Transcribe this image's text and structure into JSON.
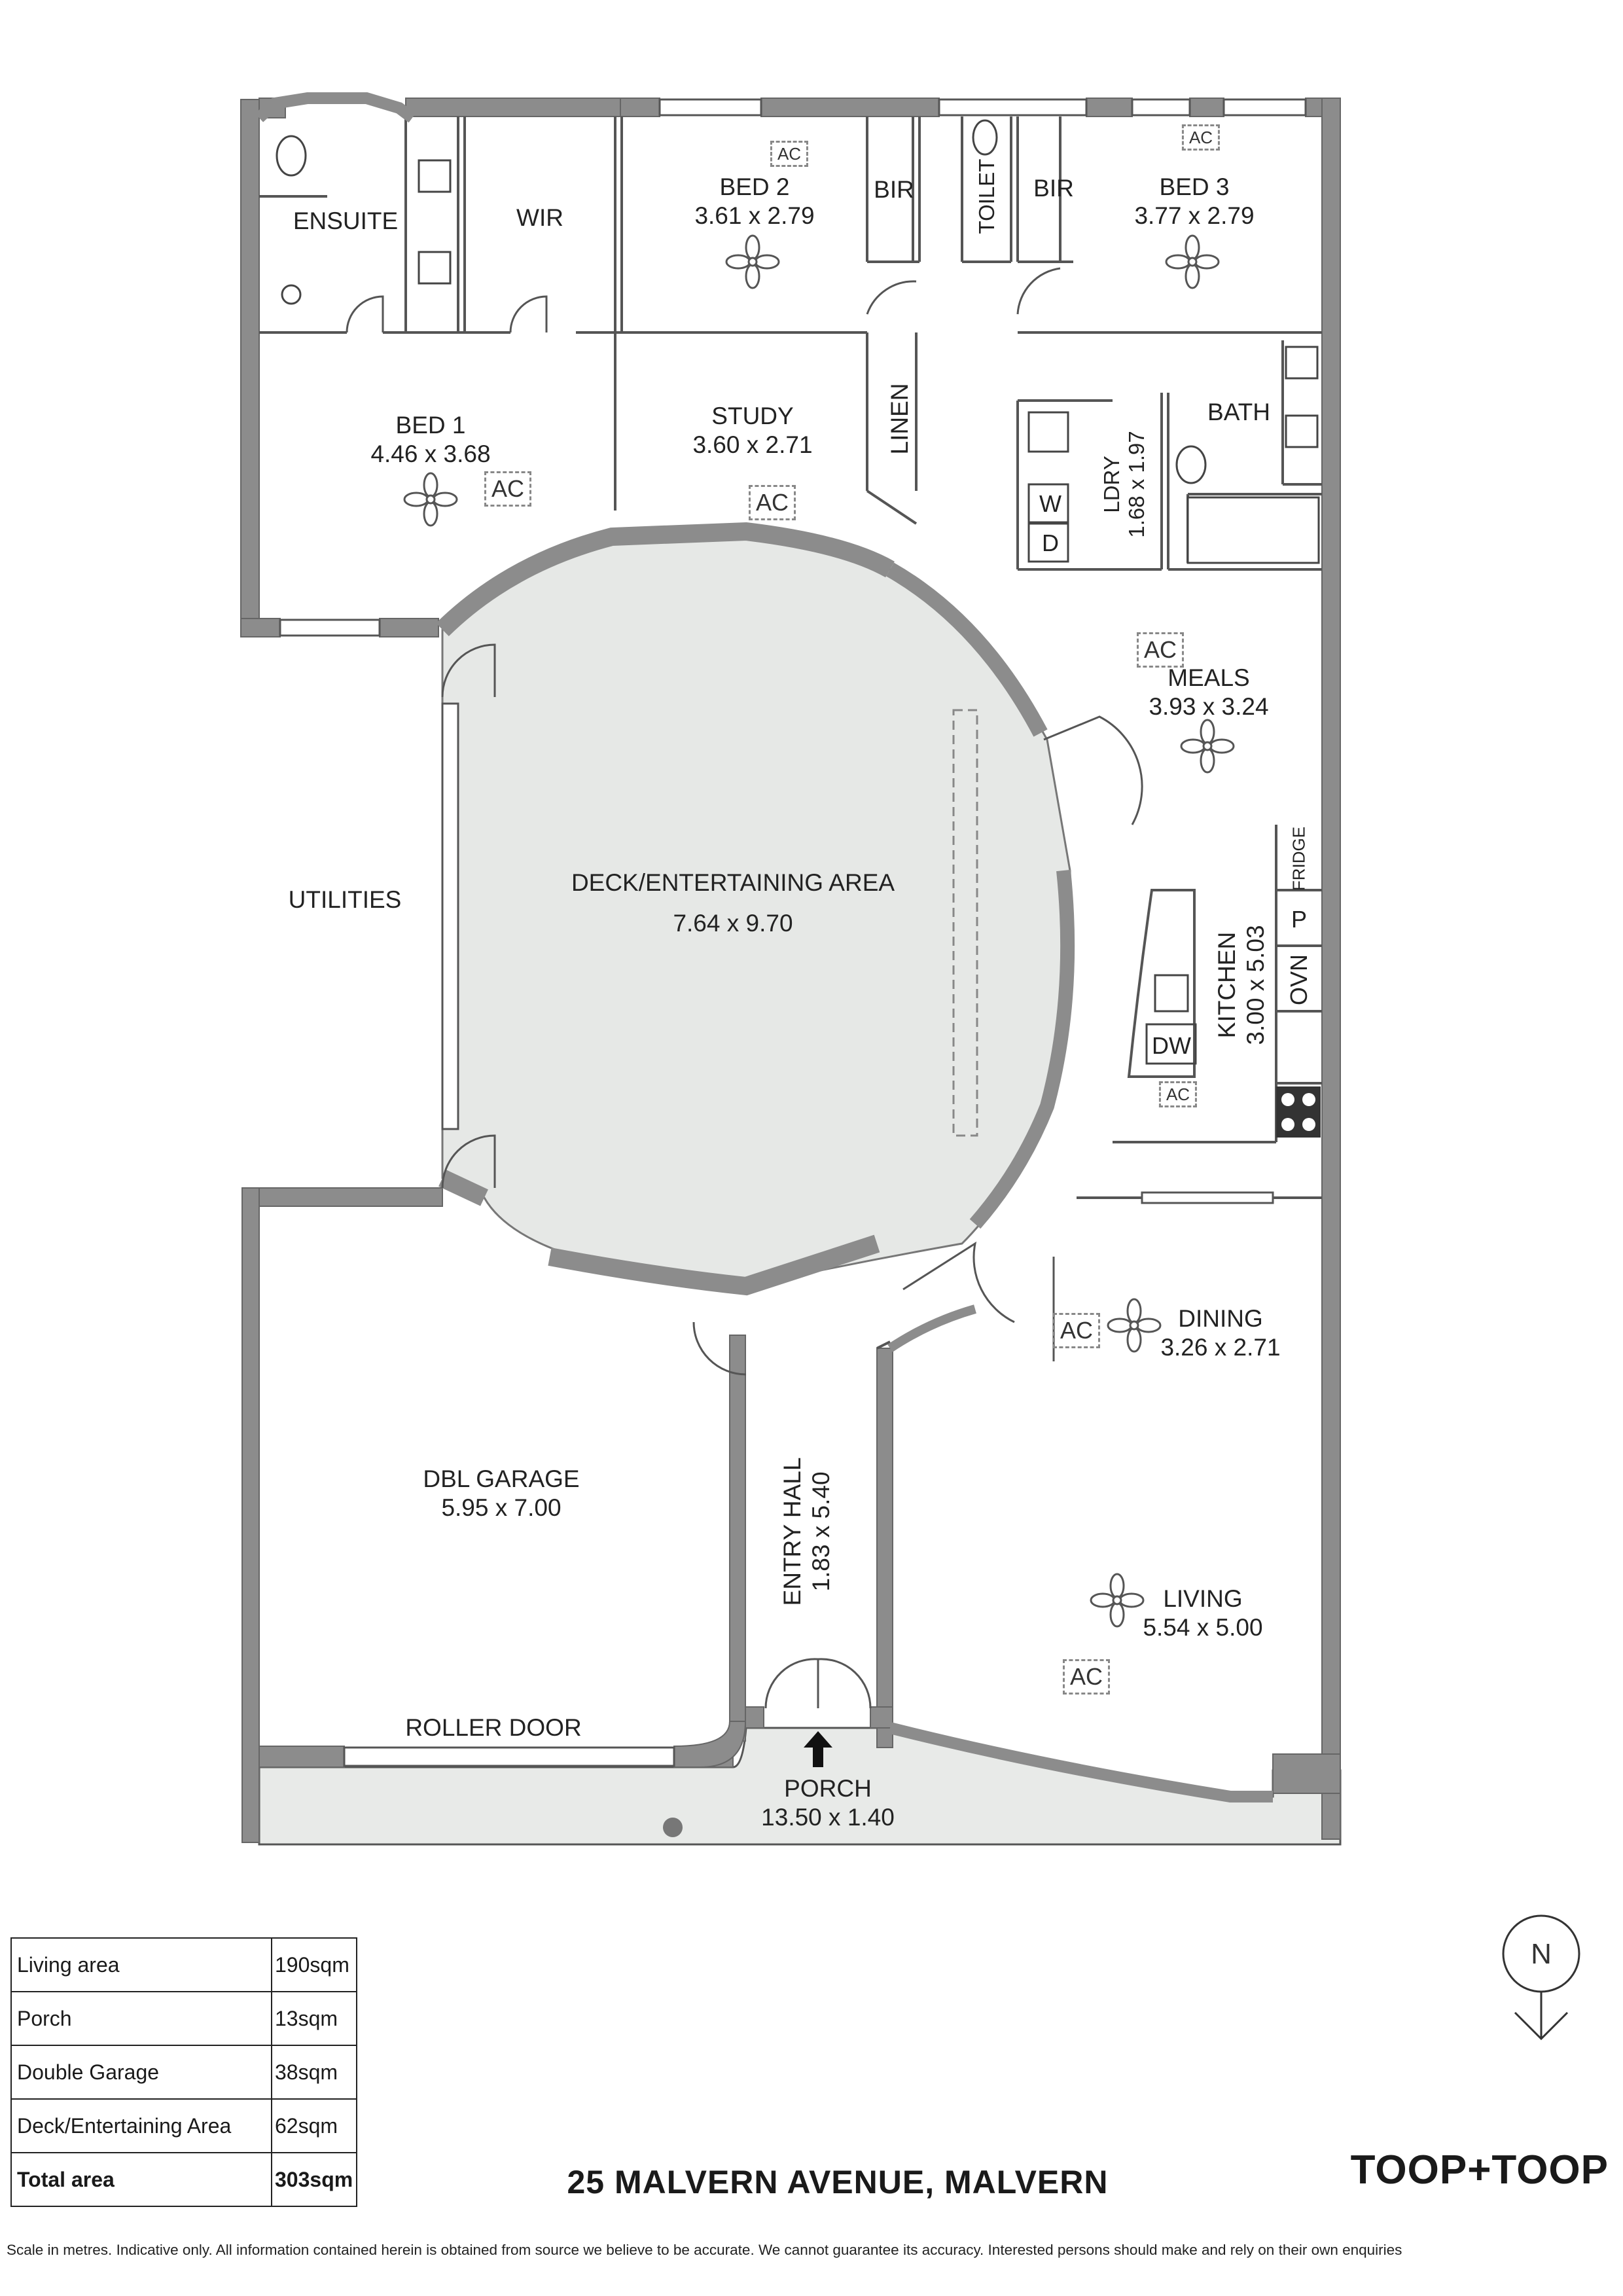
{
  "rooms": {
    "ensuite": {
      "name": "ENSUITE"
    },
    "wir": {
      "name": "WIR"
    },
    "bed2": {
      "name": "BED 2",
      "dims": "3.61 x 2.79"
    },
    "bir_left": {
      "name": "BIR"
    },
    "toilet": {
      "name": "TOILET"
    },
    "bir_right": {
      "name": "BIR"
    },
    "bed3": {
      "name": "BED 3",
      "dims": "3.77 x 2.79"
    },
    "bed1": {
      "name": "BED 1",
      "dims": "4.46 x 3.68"
    },
    "study": {
      "name": "STUDY",
      "dims": "3.60 x 2.71"
    },
    "linen": {
      "name": "LINEN"
    },
    "bath": {
      "name": "BATH"
    },
    "ldry": {
      "name": "LDRY",
      "dims": "1.68 x 1.97"
    },
    "meals": {
      "name": "MEALS",
      "dims": "3.93 x 3.24"
    },
    "utilities": {
      "name": "UTILITIES"
    },
    "deck": {
      "name": "DECK/ENTERTAINING AREA",
      "dims": "7.64 x 9.70"
    },
    "kitchen": {
      "name": "KITCHEN",
      "dims": "3.00 x 5.03"
    },
    "dining": {
      "name": "DINING",
      "dims": "3.26 x 2.71"
    },
    "garage": {
      "name": "DBL GARAGE",
      "dims": "5.95 x 7.00"
    },
    "entry": {
      "name": "ENTRY HALL",
      "dims": "1.83 x 5.40"
    },
    "living": {
      "name": "LIVING",
      "dims": "5.54 x 5.00"
    },
    "roller": {
      "name": "ROLLER DOOR"
    },
    "porch": {
      "name": "PORCH",
      "dims": "13.50 x 1.40"
    }
  },
  "appliances": {
    "ac": "AC",
    "w": "W",
    "d": "D",
    "dw": "DW",
    "fridge": "FRIDGE",
    "p": "P",
    "ovn": "OVN"
  },
  "area_table": [
    {
      "label": "Living area",
      "value": "190sqm"
    },
    {
      "label": "Porch",
      "value": "13sqm"
    },
    {
      "label": "Double Garage",
      "value": "38sqm"
    },
    {
      "label": "Deck/Entertaining Area",
      "value": "62sqm"
    },
    {
      "label": "Total area",
      "value": "303sqm"
    }
  ],
  "compass_label": "N",
  "address": "25 MALVERN AVENUE, MALVERN",
  "logo": "TOOP+TOOP",
  "disclaimer": "Scale in metres. Indicative only. All information contained herein is obtained from source we believe to be accurate. We cannot guarantee its accuracy. Interested persons should make and rely on their own enquiries",
  "colors": {
    "wall": "#8c8c8c",
    "wall_dark": "#6f6f6f",
    "deck_fill": "#e6e8e6",
    "porch_fill": "#e8eae8",
    "line": "#333333"
  }
}
